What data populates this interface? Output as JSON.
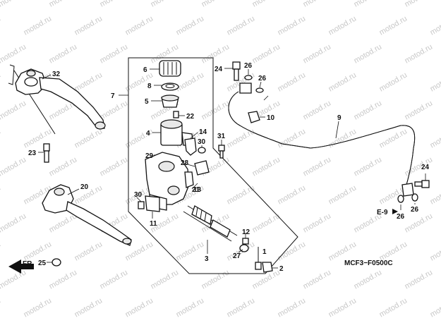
{
  "watermark": "motod.ru",
  "diagram_code": "MCF3−F0500C",
  "reference": "E-9",
  "front_label": "FR.",
  "callouts": [
    "1",
    "2",
    "3",
    "4",
    "5",
    "6",
    "7",
    "8",
    "9",
    "10",
    "11",
    "12",
    "13",
    "14",
    "20",
    "21",
    "22",
    "23",
    "24",
    "25",
    "26",
    "27",
    "28",
    "29",
    "30",
    "31",
    "32"
  ]
}
